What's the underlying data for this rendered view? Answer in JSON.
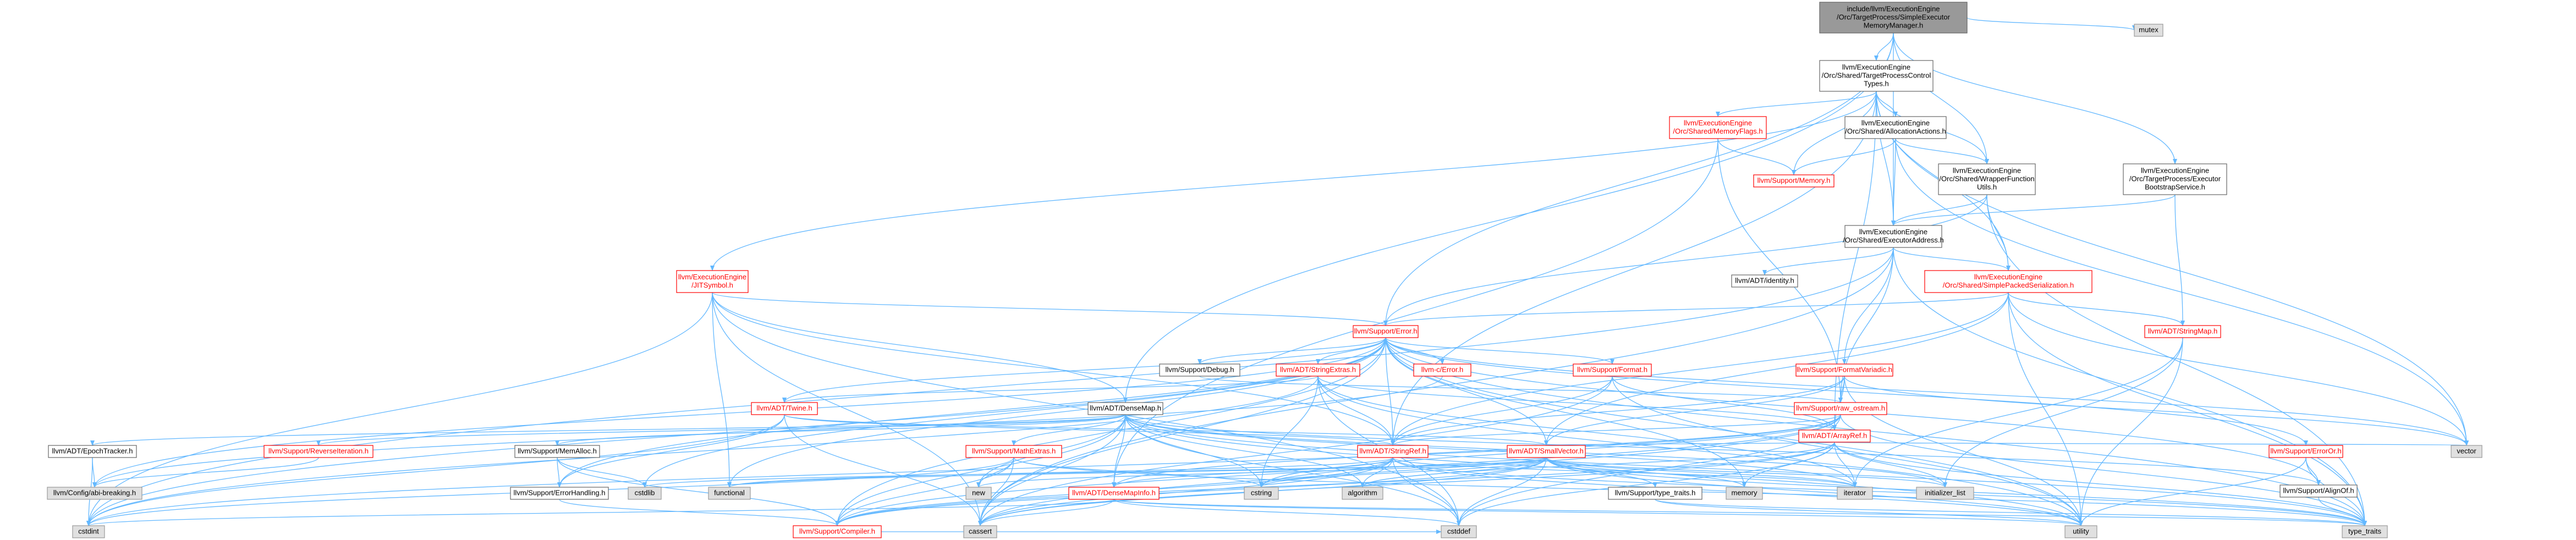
{
  "colors": {
    "root_fill": "#999999",
    "normal_fill": "#ffffff",
    "normal_border": "#666666",
    "external_fill": "#e0e0e0",
    "external_border": "#999999",
    "linked_border": "#ff0000",
    "linked_text": "#ff0000",
    "edge": "#63b8ff"
  },
  "nodes": [
    {
      "id": "root",
      "lines": [
        "include/llvm/ExecutionEngine",
        "/Orc/TargetProcess/SimpleExecutor",
        "MemoryManager.h"
      ],
      "kind": "root"
    },
    {
      "id": "mutex",
      "lines": [
        "mutex"
      ],
      "kind": "ext"
    },
    {
      "id": "tpct",
      "lines": [
        "llvm/ExecutionEngine",
        "/Orc/Shared/TargetProcessControl",
        "Types.h"
      ],
      "kind": "plain"
    },
    {
      "id": "mflags",
      "lines": [
        "llvm/ExecutionEngine",
        "/Orc/Shared/MemoryFlags.h"
      ],
      "kind": "link"
    },
    {
      "id": "allocact",
      "lines": [
        "llvm/ExecutionEngine",
        "/Orc/Shared/AllocationActions.h"
      ],
      "kind": "plain"
    },
    {
      "id": "memory",
      "lines": [
        "llvm/Support/Memory.h"
      ],
      "kind": "link"
    },
    {
      "id": "wrapper",
      "lines": [
        "llvm/ExecutionEngine",
        "/Orc/Shared/WrapperFunction",
        "Utils.h"
      ],
      "kind": "plain"
    },
    {
      "id": "ebs",
      "lines": [
        "llvm/ExecutionEngine",
        "/Orc/TargetProcess/Executor",
        "BootstrapService.h"
      ],
      "kind": "plain"
    },
    {
      "id": "execaddr",
      "lines": [
        "llvm/ExecutionEngine",
        "/Orc/Shared/ExecutorAddress.h"
      ],
      "kind": "plain"
    },
    {
      "id": "jitsym",
      "lines": [
        "llvm/ExecutionEngine",
        "/JITSymbol.h"
      ],
      "kind": "link"
    },
    {
      "id": "identity",
      "lines": [
        "llvm/ADT/identity.h"
      ],
      "kind": "plain"
    },
    {
      "id": "sps",
      "lines": [
        "llvm/ExecutionEngine",
        "/Orc/Shared/SimplePackedSerialization.h"
      ],
      "kind": "link"
    },
    {
      "id": "error",
      "lines": [
        "llvm/Support/Error.h"
      ],
      "kind": "link"
    },
    {
      "id": "strmap",
      "lines": [
        "llvm/ADT/StringMap.h"
      ],
      "kind": "link"
    },
    {
      "id": "debug",
      "lines": [
        "llvm/Support/Debug.h"
      ],
      "kind": "plain"
    },
    {
      "id": "strextras",
      "lines": [
        "llvm/ADT/StringExtras.h"
      ],
      "kind": "link"
    },
    {
      "id": "cerror",
      "lines": [
        "llvm-c/Error.h"
      ],
      "kind": "link"
    },
    {
      "id": "format",
      "lines": [
        "llvm/Support/Format.h"
      ],
      "kind": "link"
    },
    {
      "id": "fmtvariadic",
      "lines": [
        "llvm/Support/FormatVariadic.h"
      ],
      "kind": "link"
    },
    {
      "id": "rawos",
      "lines": [
        "llvm/Support/raw_ostream.h"
      ],
      "kind": "link"
    },
    {
      "id": "arrayref",
      "lines": [
        "llvm/ADT/ArrayRef.h"
      ],
      "kind": "link"
    },
    {
      "id": "twine",
      "lines": [
        "llvm/ADT/Twine.h"
      ],
      "kind": "link"
    },
    {
      "id": "densemap",
      "lines": [
        "llvm/ADT/DenseMap.h"
      ],
      "kind": "plain"
    },
    {
      "id": "erroror",
      "lines": [
        "llvm/Support/ErrorOr.h"
      ],
      "kind": "link"
    },
    {
      "id": "vector",
      "lines": [
        "vector"
      ],
      "kind": "ext"
    },
    {
      "id": "epoch",
      "lines": [
        "llvm/ADT/EpochTracker.h"
      ],
      "kind": "plain"
    },
    {
      "id": "reviter",
      "lines": [
        "llvm/Support/ReverseIteration.h"
      ],
      "kind": "link"
    },
    {
      "id": "memalloc",
      "lines": [
        "llvm/Support/MemAlloc.h"
      ],
      "kind": "plain"
    },
    {
      "id": "mathextras",
      "lines": [
        "llvm/Support/MathExtras.h"
      ],
      "kind": "link"
    },
    {
      "id": "stringref",
      "lines": [
        "llvm/ADT/StringRef.h"
      ],
      "kind": "link"
    },
    {
      "id": "smallvec",
      "lines": [
        "llvm/ADT/SmallVector.h"
      ],
      "kind": "link"
    },
    {
      "id": "aligned",
      "lines": [
        "llvm/Support/AlignOf.h"
      ],
      "kind": "plain"
    },
    {
      "id": "cfgbreak",
      "lines": [
        "llvm/Config/abi-breaking.h"
      ],
      "kind": "ext"
    },
    {
      "id": "errhandling",
      "lines": [
        "llvm/Support/ErrorHandling.h"
      ],
      "kind": "plain"
    },
    {
      "id": "cstdlib",
      "lines": [
        "cstdlib"
      ],
      "kind": "ext"
    },
    {
      "id": "functional",
      "lines": [
        "functional"
      ],
      "kind": "ext"
    },
    {
      "id": "new",
      "lines": [
        "new"
      ],
      "kind": "ext"
    },
    {
      "id": "cstring",
      "lines": [
        "cstring"
      ],
      "kind": "ext"
    },
    {
      "id": "algorithm",
      "lines": [
        "algorithm"
      ],
      "kind": "ext"
    },
    {
      "id": "dmapinfo",
      "lines": [
        "llvm/ADT/DenseMapInfo.h"
      ],
      "kind": "link"
    },
    {
      "id": "typetraits_s",
      "lines": [
        "llvm/Support/type_traits.h"
      ],
      "kind": "plain"
    },
    {
      "id": "memoryh",
      "lines": [
        "memory"
      ],
      "kind": "ext"
    },
    {
      "id": "iterator",
      "lines": [
        "iterator"
      ],
      "kind": "ext"
    },
    {
      "id": "initlist",
      "lines": [
        "initializer_list"
      ],
      "kind": "ext"
    },
    {
      "id": "cstdint",
      "lines": [
        "cstdint"
      ],
      "kind": "ext"
    },
    {
      "id": "compiler",
      "lines": [
        "llvm/Support/Compiler.h"
      ],
      "kind": "link"
    },
    {
      "id": "cassert",
      "lines": [
        "cassert"
      ],
      "kind": "ext"
    },
    {
      "id": "cstddef",
      "lines": [
        "cstddef"
      ],
      "kind": "ext"
    },
    {
      "id": "utility",
      "lines": [
        "utility"
      ],
      "kind": "ext"
    },
    {
      "id": "typetraits",
      "lines": [
        "type_traits"
      ],
      "kind": "ext"
    }
  ]
}
